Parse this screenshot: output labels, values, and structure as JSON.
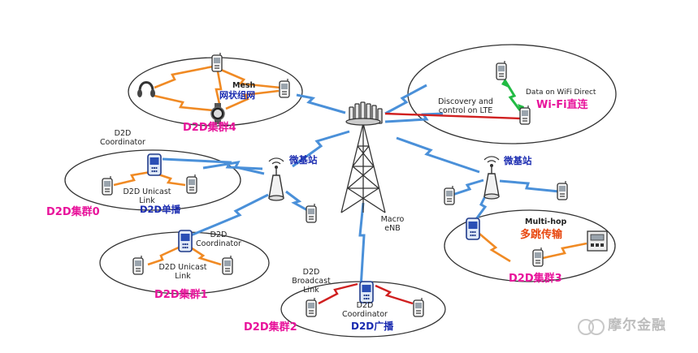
{
  "clusters": {
    "c0": {
      "name": "D2D集群0",
      "coordinator": "D2D Coordinator",
      "link": "D2D Unicast Link",
      "link_cn": "D2D单播"
    },
    "c1": {
      "name": "D2D集群1",
      "coordinator": "D2D Coordinator",
      "link": "D2D Unicast Link"
    },
    "c2": {
      "name": "D2D集群2",
      "coordinator": "D2D Coordinator",
      "link": "D2D Broadcast Link",
      "link_cn": "D2D广播"
    },
    "c3": {
      "name": "D2D集群3",
      "multihop": "Multi-hop",
      "multihop_cn": "多跳传输"
    },
    "c4": {
      "name": "D2D集群4",
      "mesh": "Mesh",
      "mesh_cn": "网状组网"
    }
  },
  "wifi": {
    "discovery": "Discovery and control on LTE",
    "data": "Data on WiFi Direct",
    "label_cn": "Wi-Fi直连"
  },
  "enb": {
    "label": "Macro eNB"
  },
  "small_cells": {
    "left": "微基站",
    "right": "微基站"
  },
  "watermark": {
    "text": "摩尔金融"
  },
  "colors": {
    "lte_link": "#4a90d9",
    "d2d_link": "#f08a24",
    "wifi_link": "#22bb44",
    "control_link": "#d02020",
    "cluster_label": "#e8139b",
    "small_cell_label": "#1a2bb0"
  }
}
